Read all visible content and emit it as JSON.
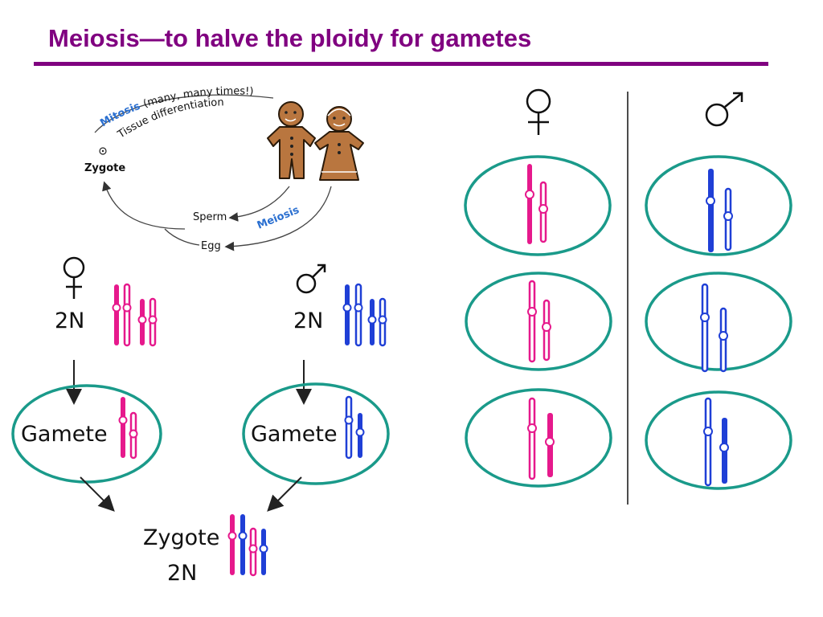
{
  "title": "Meiosis—to halve the ploidy for gametes",
  "colors": {
    "title": "#800080",
    "female": "#e6198c",
    "male": "#1f3fd6",
    "cell_outline": "#1a9a8a",
    "arrow": "#333333"
  },
  "life_cycle": {
    "mitosis": "Mitosis",
    "mitosis_note": "(many, many times!)",
    "tissue": "Tissue differentiation",
    "zygote": "Zygote",
    "sperm": "Sperm",
    "egg": "Egg",
    "meiosis": "Meiosis",
    "people_icon": "gingerbread-couple-icon"
  },
  "left_panel": {
    "female_ploidy": "2N",
    "male_ploidy": "2N",
    "female_gamete": "Gamete",
    "male_gamete": "Gamete",
    "zygote_label": "Zygote",
    "zygote_ploidy": "2N",
    "female_icon": "female-symbol-icon",
    "male_icon": "male-symbol-icon"
  },
  "right_panel": {
    "female_icon": "female-symbol-icon",
    "male_icon": "male-symbol-icon",
    "female_cells": 3,
    "male_cells": 3
  }
}
